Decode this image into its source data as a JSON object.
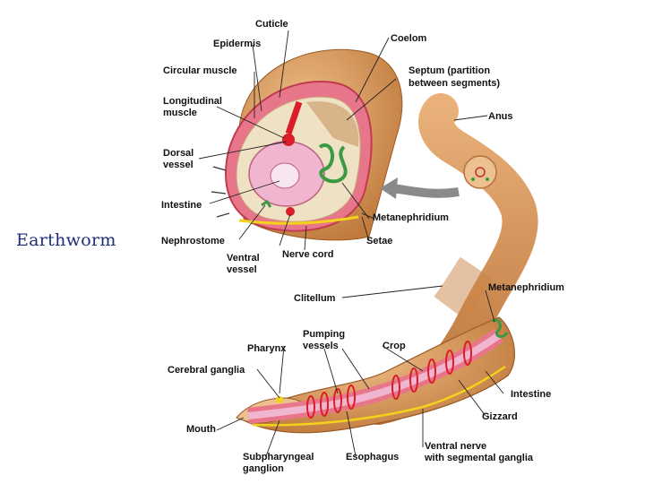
{
  "slide": {
    "title": "Earthworm"
  },
  "diagram": {
    "labels": {
      "cuticle": "Cuticle",
      "epidermis": "Epidermis",
      "circular_muscle": "Circular muscle",
      "longitudinal_muscle_1": "Longitudinal",
      "longitudinal_muscle_2": "muscle",
      "dorsal_vessel_1": "Dorsal",
      "dorsal_vessel_2": "vessel",
      "intestine_top": "Intestine",
      "nephrostome": "Nephrostome",
      "ventral_vessel_1": "Ventral",
      "ventral_vessel_2": "vessel",
      "nerve_cord": "Nerve cord",
      "setae": "Setae",
      "metanephridium_top": "Metanephridium",
      "coelom": "Coelom",
      "septum_1": "Septum (partition",
      "septum_2": "between segments)",
      "anus": "Anus",
      "clitellum": "Clitellum",
      "metanephridium_bottom": "Metanephridium",
      "pumping_vessels_1": "Pumping",
      "pumping_vessels_2": "vessels",
      "pharynx": "Pharynx",
      "crop": "Crop",
      "cerebral_ganglia": "Cerebral ganglia",
      "intestine_bottom": "Intestine",
      "gizzard": "Gizzard",
      "mouth": "Mouth",
      "subpharyngeal_1": "Subpharyngeal",
      "subpharyngeal_2": "ganglion",
      "esophagus": "Esophagus",
      "ventral_nerve_1": "Ventral nerve",
      "ventral_nerve_2": "with segmental ganglia"
    }
  },
  "colors": {
    "body": "#d9985a",
    "body_dark": "#b87237",
    "muscle": "#e8768a",
    "vessel": "#d91e2a",
    "nerve": "#f2d21a",
    "nephridium": "#3a9a44",
    "intestine": "#f0b6d0",
    "arrow": "#8a8a8a"
  }
}
